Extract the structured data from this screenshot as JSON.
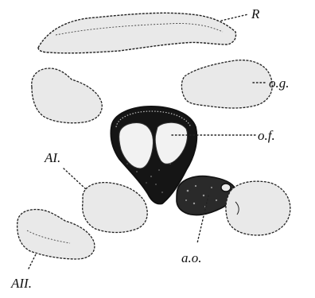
{
  "figure": {
    "labels": {
      "R": "R",
      "og": "o.g.",
      "of": "o.f.",
      "AI": "AI.",
      "AII": "AII.",
      "ao": "a.o."
    },
    "colors": {
      "outline": "#222222",
      "fill": "#e9e9e9",
      "dark_tissue": "#151515",
      "background": "#ffffff"
    }
  }
}
